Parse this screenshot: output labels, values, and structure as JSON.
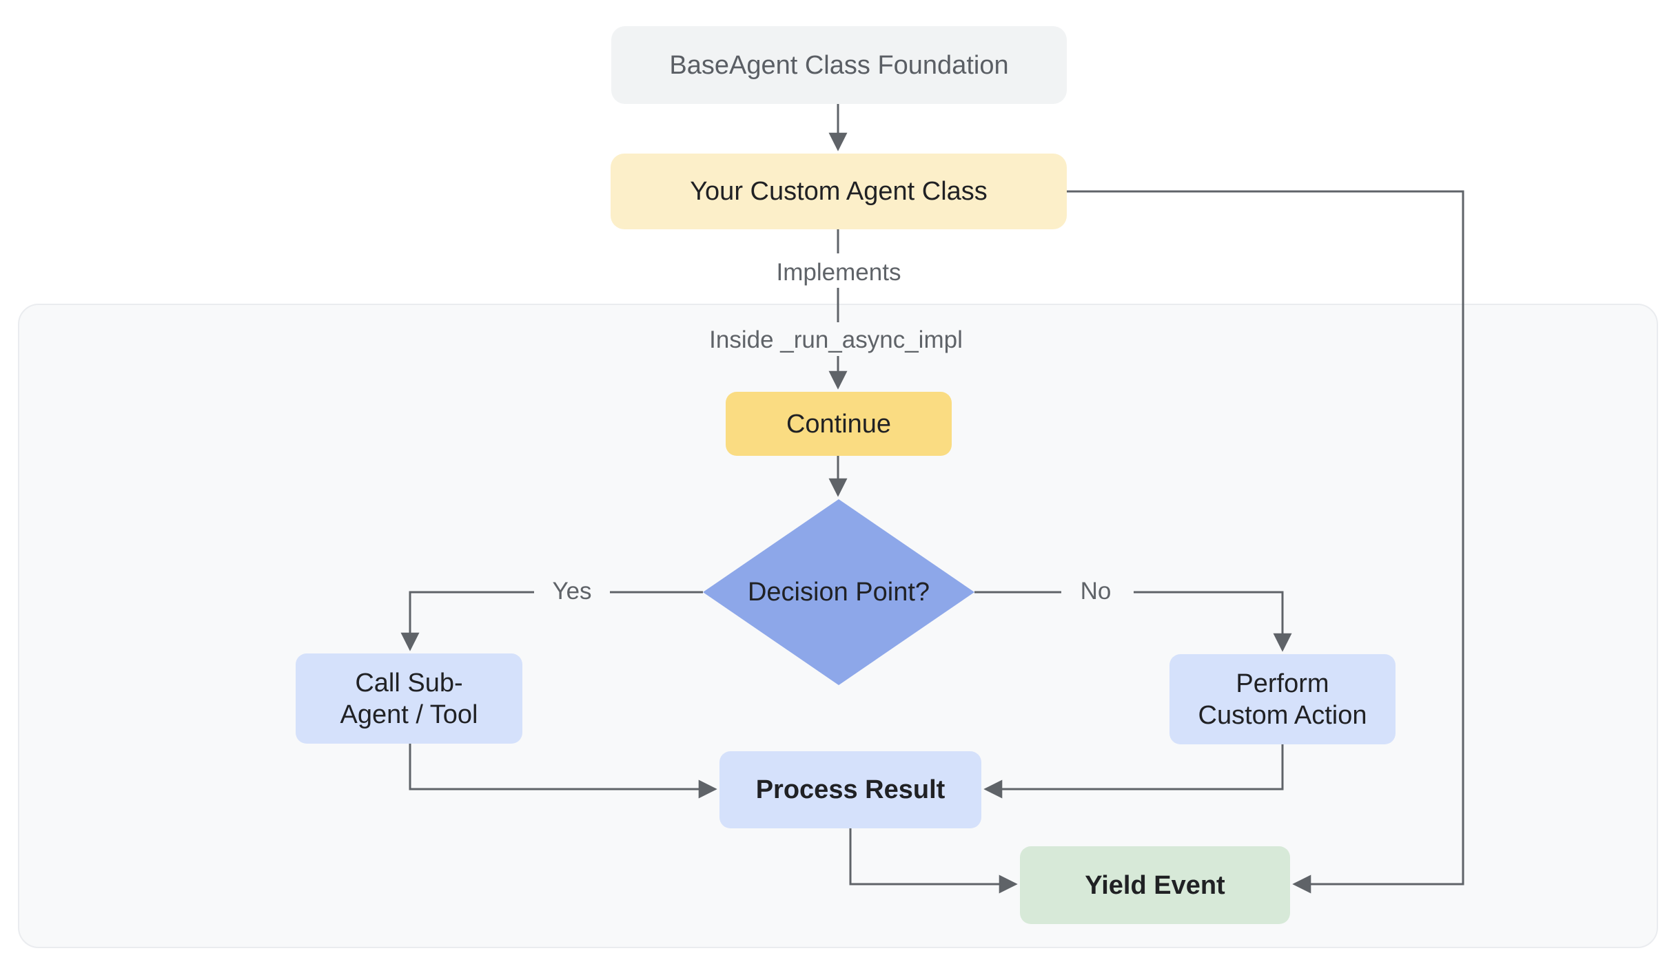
{
  "diagram": {
    "type": "flowchart",
    "nodes": {
      "base_agent": {
        "label": "BaseAgent Class Foundation",
        "fill": "#F1F3F4",
        "text_color": "#5A5E64",
        "shape": "rounded-rect"
      },
      "custom_agent": {
        "label": "Your Custom Agent Class",
        "fill": "#FCEFC9",
        "shape": "rounded-rect"
      },
      "continue_step": {
        "label": "Continue",
        "fill": "#FADC82",
        "shape": "rounded-rect"
      },
      "decision": {
        "lines": [
          "Decision",
          "Point?"
        ],
        "fill": "#8DA7E9",
        "shape": "diamond"
      },
      "call_sub_agent": {
        "lines": [
          "Call Sub-",
          "Agent / Tool"
        ],
        "fill": "#D5E1FB",
        "shape": "rounded-rect"
      },
      "perform_custom_action": {
        "lines": [
          "Perform",
          "Custom Action"
        ],
        "fill": "#D5E1FB",
        "shape": "rounded-rect"
      },
      "process_result": {
        "label": "Process Result",
        "fill": "#D5E1FB",
        "shape": "rounded-rect",
        "bold": true
      },
      "yield_event": {
        "label": "Yield Event",
        "fill": "#D7E9D8",
        "shape": "rounded-rect",
        "bold": true
      }
    },
    "edge_labels": {
      "implements": "Implements",
      "inside_impl": "Inside _run_async_impl",
      "yes": "Yes",
      "no": "No"
    },
    "colors": {
      "canvas_bg": "#FFFFFF",
      "panel_bg": "#F8F9FA",
      "panel_border": "#EAECEF",
      "connector": "#5F6368",
      "edge_label_text": "#5F6368",
      "node_text": "#202124"
    }
  }
}
